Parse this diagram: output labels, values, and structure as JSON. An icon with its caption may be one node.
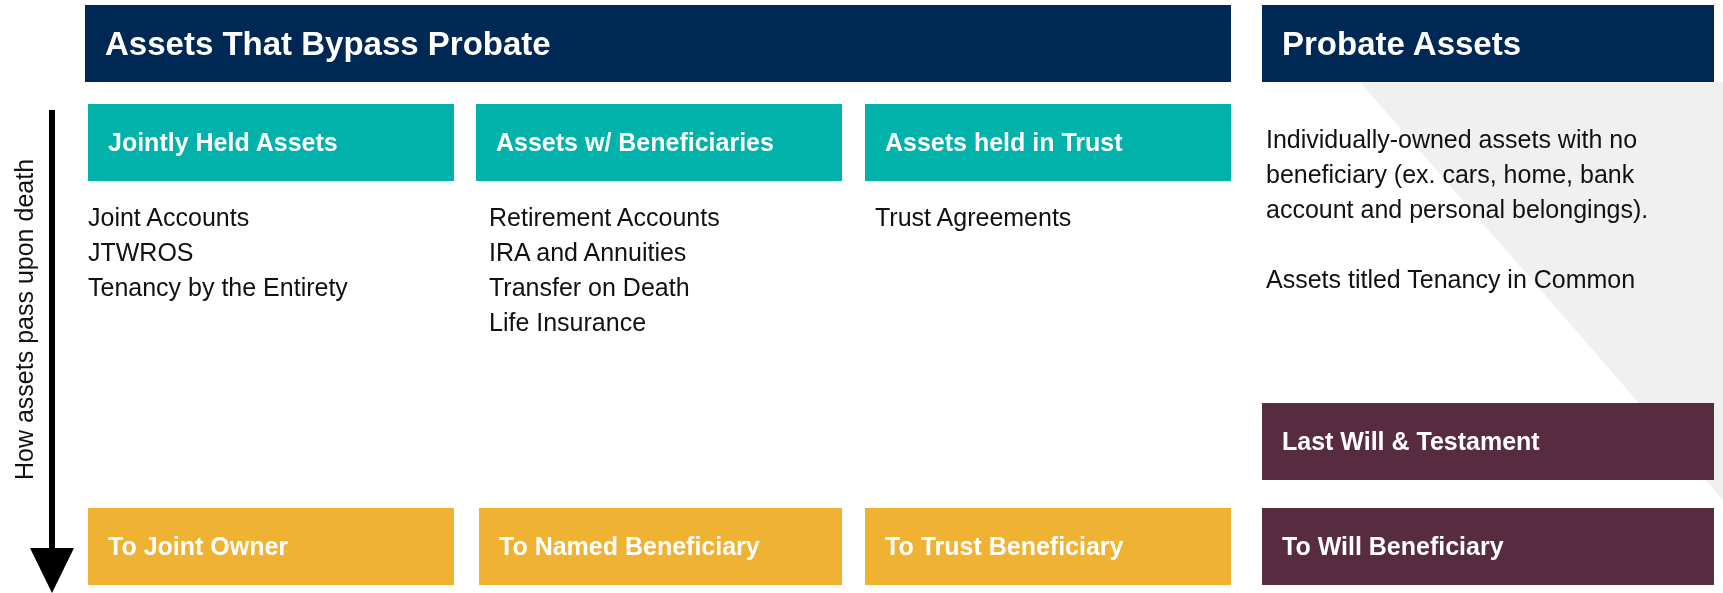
{
  "diagram": {
    "nodes": [
      {
        "text": [
          "Assets That Bypass Probate"
        ]
      },
      {
        "text": [
          "Probate Assets"
        ]
      },
      {
        "text": [
          "Jointly Held Assets"
        ]
      },
      {
        "text": [
          "Assets w/ Beneficiaries"
        ]
      },
      {
        "text": [
          "Assets held in Trust"
        ]
      },
      {
        "text": [
          "Last Will & Testament"
        ]
      },
      {
        "text": [
          "To Joint Owner"
        ]
      },
      {
        "text": [
          "To Named Beneficiary"
        ]
      },
      {
        "text": [
          "To Trust Beneficiary"
        ]
      },
      {
        "text": [
          "To Will Beneficiary"
        ]
      }
    ],
    "edges": [],
    "labels": [
      "How assets pass upon death",
      "Joint Accounts",
      "JTWROS",
      "Tenancy by the Entirety",
      "Retirement Accounts",
      "IRA and Annuities",
      "Transfer on Death",
      "Life Insurance",
      "Trust Agreements",
      "Individually-owned assets with no beneficiary (ex. cars, home, bank account and personal belongings).",
      "Assets titled Tenancy in Common"
    ]
  }
}
